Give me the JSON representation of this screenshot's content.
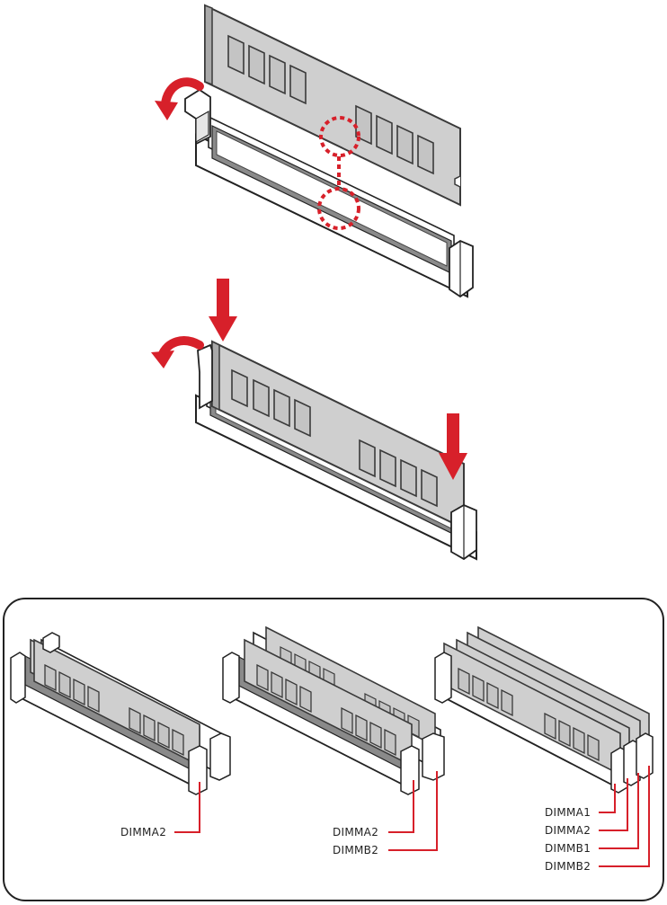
{
  "colors": {
    "accent_red": "#d7202a",
    "module_fill": "#cfcfcf",
    "module_edge": "#3a3a3a",
    "chip_fill": "#c4c4c4",
    "slot_fill": "#ffffff",
    "slot_inner": "#8a8a8a",
    "frame_stroke": "#222222"
  },
  "icons": {
    "latch_open_arrow": "curved-arrow-icon",
    "press_down_arrow": "down-arrow-icon",
    "notch_marker": "dashed-circle-icon"
  },
  "config_single": {
    "labels": [
      "DIMMA2"
    ]
  },
  "config_dual": {
    "labels": [
      "DIMMA2",
      "DIMMB2"
    ]
  },
  "config_quad": {
    "labels": [
      "DIMMA1",
      "DIMMA2",
      "DIMMB1",
      "DIMMB2"
    ]
  }
}
